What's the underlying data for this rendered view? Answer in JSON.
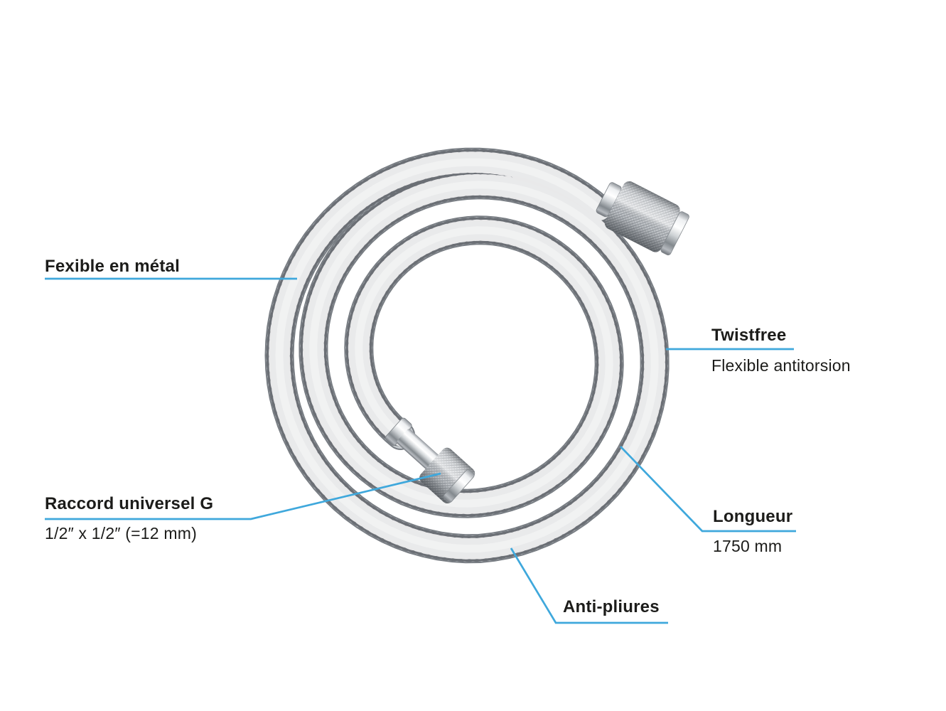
{
  "diagram": {
    "colors": {
      "background": "#ffffff",
      "line_color": "#3fa8dc",
      "text_color": "#1c1c1a",
      "metal_light": "#f2f4f5",
      "metal_dark": "#787d83"
    },
    "callouts": [
      {
        "id": "flexible-metal",
        "title": "Fexible en métal"
      },
      {
        "id": "twistfree",
        "title": "Twistfree",
        "subtitle": "Flexible antitorsion"
      },
      {
        "id": "longueur",
        "title": "Longueur",
        "subtitle": "1750 mm"
      },
      {
        "id": "raccord",
        "title": "Raccord universel G",
        "subtitle": "1/2″ x 1/2″ (=12 mm)"
      },
      {
        "id": "anti-pliures",
        "title": "Anti-pliures"
      }
    ]
  }
}
